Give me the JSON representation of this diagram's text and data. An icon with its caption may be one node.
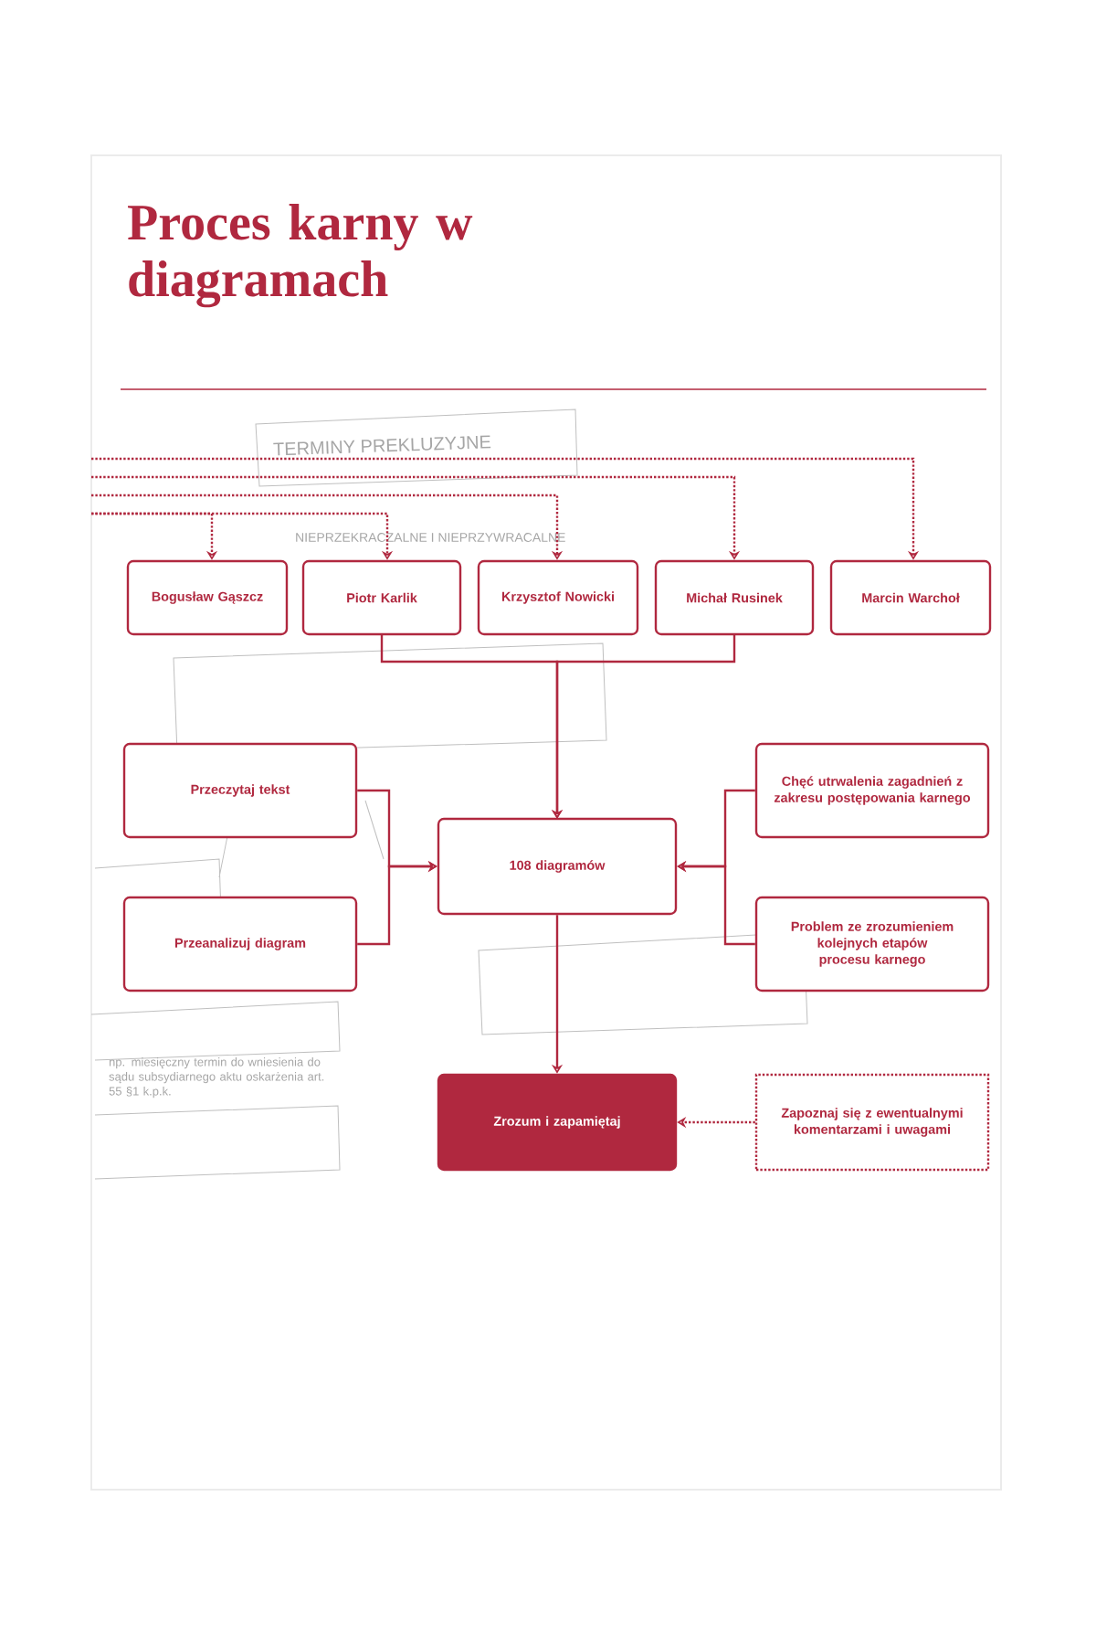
{
  "diagram": {
    "title": "Proces karny w diagramach",
    "nodes": [
      {
        "text": [
          "Bogusław Gąszcz"
        ]
      },
      {
        "text": [
          "Piotr Karlik"
        ]
      },
      {
        "text": [
          "Krzysztof Nowicki"
        ]
      },
      {
        "text": [
          "Michał Rusinek"
        ]
      },
      {
        "text": [
          "Marcin Warchoł"
        ]
      },
      {
        "text": [
          "Przeczytaj tekst"
        ]
      },
      {
        "text": [
          "Przeanalizuj diagram"
        ]
      },
      {
        "text": [
          "108 diagramów"
        ]
      },
      {
        "text": [
          "Chęć utrwalenia zagadnień z zakresu postępowania karnego"
        ]
      },
      {
        "text": [
          "Problem ze zrozumieniem kolejnych etapów procesu karnego"
        ]
      },
      {
        "text": [
          "Zrozum i zapamiętaj"
        ]
      },
      {
        "text": [
          "Zapoznaj się z ewentualnymi komentarzami i uwagami"
        ]
      }
    ],
    "edges": [
      {
        "from": null,
        "to": 0,
        "arrow": "to",
        "style": "dashed"
      },
      {
        "from": null,
        "to": 1,
        "arrow": "to",
        "style": "dashed"
      },
      {
        "from": null,
        "to": 2,
        "arrow": "to",
        "style": "dashed"
      },
      {
        "from": null,
        "to": 3,
        "arrow": "to",
        "style": "dashed"
      },
      {
        "from": null,
        "to": 4,
        "arrow": "to",
        "style": "dashed"
      },
      {
        "from": 1,
        "to": 7,
        "arrow": "to"
      },
      {
        "from": 3,
        "to": 7,
        "arrow": "to"
      },
      {
        "from": 5,
        "to": 7,
        "arrow": "to"
      },
      {
        "from": 6,
        "to": 7,
        "arrow": "to"
      },
      {
        "from": 8,
        "to": 7,
        "arrow": "to"
      },
      {
        "from": 9,
        "to": 7,
        "arrow": "to"
      },
      {
        "from": 7,
        "to": 10,
        "arrow": "to"
      },
      {
        "from": 11,
        "to": 10,
        "arrow": "to",
        "style": "dashed"
      }
    ],
    "labels": [
      "TERMINY PREKLUZYJNE",
      "NIEPRZEKRACZALNE I NIEPRZYWRACALNE",
      "np. miesięczny termin do wniesienia do sądu subsydiarnego aktu oskarżenia art. 55 §1 k.p.k."
    ]
  }
}
